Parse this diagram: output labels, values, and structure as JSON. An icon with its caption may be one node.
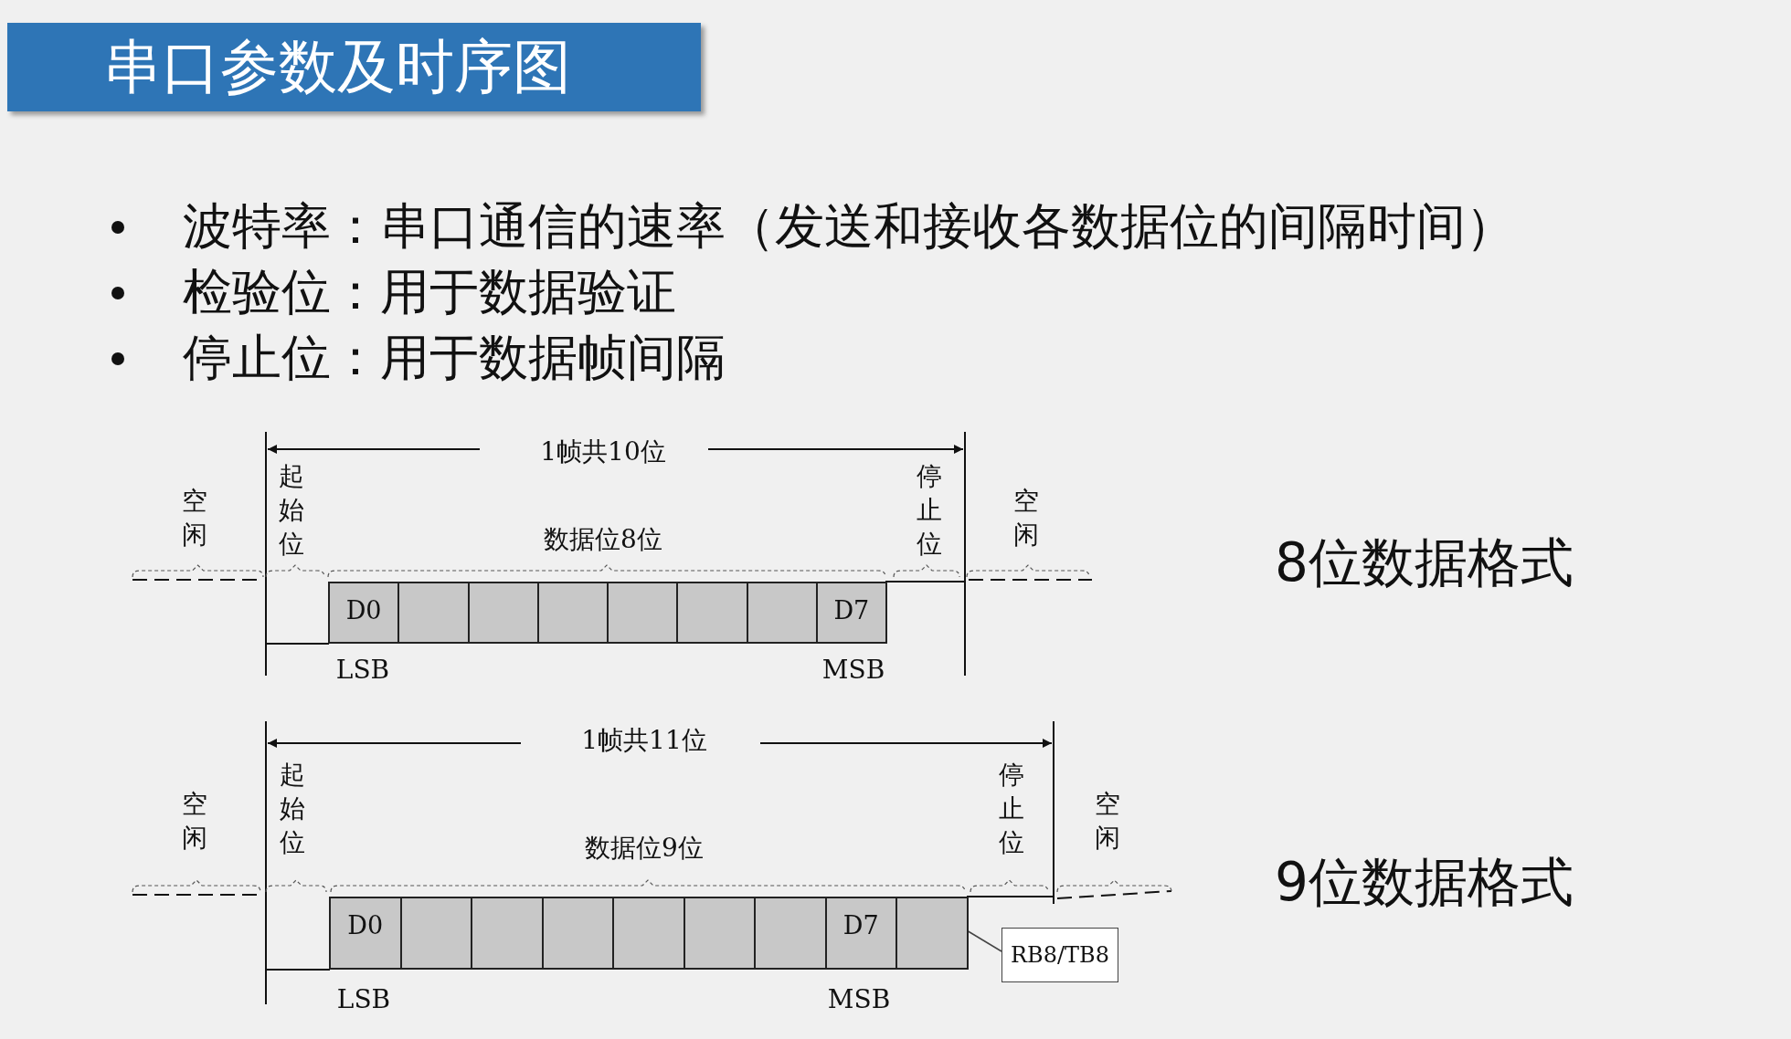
{
  "diagram": {
    "title": "串口参数及时序图",
    "nodes": [
      {
        "text": [
          "D0"
        ]
      },
      {
        "text": [],
        "shape": "box"
      },
      {
        "text": [],
        "shape": "box"
      },
      {
        "text": [],
        "shape": "box"
      },
      {
        "text": [],
        "shape": "box"
      },
      {
        "text": [],
        "shape": "box"
      },
      {
        "text": [],
        "shape": "box"
      },
      {
        "text": [
          "D7"
        ]
      },
      {
        "text": [
          "D0"
        ]
      },
      {
        "text": [],
        "shape": "box"
      },
      {
        "text": [],
        "shape": "box"
      },
      {
        "text": [],
        "shape": "box"
      },
      {
        "text": [],
        "shape": "box"
      },
      {
        "text": [],
        "shape": "box"
      },
      {
        "text": [],
        "shape": "box"
      },
      {
        "text": [
          "D7"
        ]
      },
      {
        "text": [],
        "shape": "box"
      },
      {
        "text": [
          "RB8/TB8"
        ]
      }
    ],
    "edges": [
      {
        "from": 17,
        "to": 16,
        "arrow": "none"
      }
    ],
    "labels": [
      "波特率：串口通信的速率（发送和接收各数据位的间隔时间）",
      "检验位：用于数据验证",
      "停止位：用于数据帧间隔",
      "1帧共10位",
      "起始位",
      "停止位",
      "空闲",
      "数据位8位",
      "空闲",
      "8位数据格式",
      "LSB",
      "MSB",
      "1帧共11位",
      "起始位",
      "停止位",
      "空闲",
      "数据位9位",
      "空闲",
      "9位数据格式",
      "LSB",
      "MSB"
    ]
  }
}
